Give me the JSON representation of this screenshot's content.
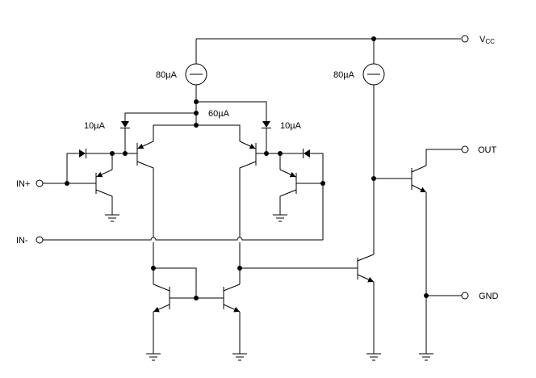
{
  "terminals": {
    "vcc": {
      "label": "V",
      "subscript": "CC"
    },
    "out": {
      "label": "OUT"
    },
    "gnd": {
      "label": "GND"
    },
    "in_plus": {
      "label": "IN+"
    },
    "in_minus": {
      "label": "IN-"
    }
  },
  "currents": {
    "source_left": "80µA",
    "source_right": "80µA",
    "tail": "60µA",
    "diode_left": "10µA",
    "diode_right": "10µA"
  },
  "colors": {
    "wire": "#000000",
    "background": "#ffffff"
  }
}
